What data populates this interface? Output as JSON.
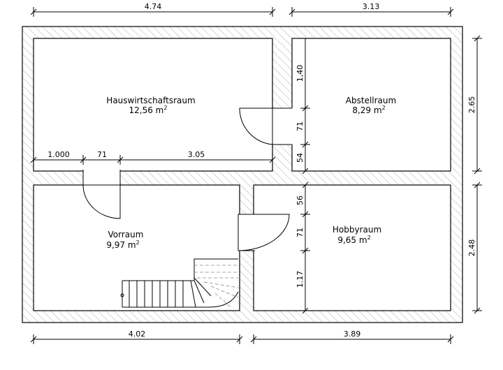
{
  "rooms": {
    "hauswirtschaftsraum": {
      "name": "Hauswirtschaftsraum",
      "area": "12,56 m",
      "unit_exp": "2"
    },
    "abstellraum": {
      "name": "Abstellraum",
      "area": "8,29 m",
      "unit_exp": "2"
    },
    "vorraum": {
      "name": "Vorraum",
      "area": "9,97 m",
      "unit_exp": "2"
    },
    "hobbyraum": {
      "name": "Hobbyraum",
      "area": "9,65 m",
      "unit_exp": "2"
    }
  },
  "dimensions": {
    "top_left": "4.74",
    "top_right": "3.13",
    "bottom_left": "4.02",
    "bottom_right": "3.89",
    "right_upper": "2.65",
    "right_lower": "2.48",
    "inner_upper_1": "1,40",
    "inner_upper_2": "71",
    "inner_upper_3": "54",
    "inner_lower_1": "56",
    "inner_lower_2": "71",
    "inner_lower_3": "1.17",
    "horiz_1": "1.000",
    "horiz_2": "71",
    "horiz_3": "3.05"
  },
  "colors": {
    "line": "#000000",
    "hatch": "#9a9a9a",
    "stair_dash": "#888888"
  }
}
